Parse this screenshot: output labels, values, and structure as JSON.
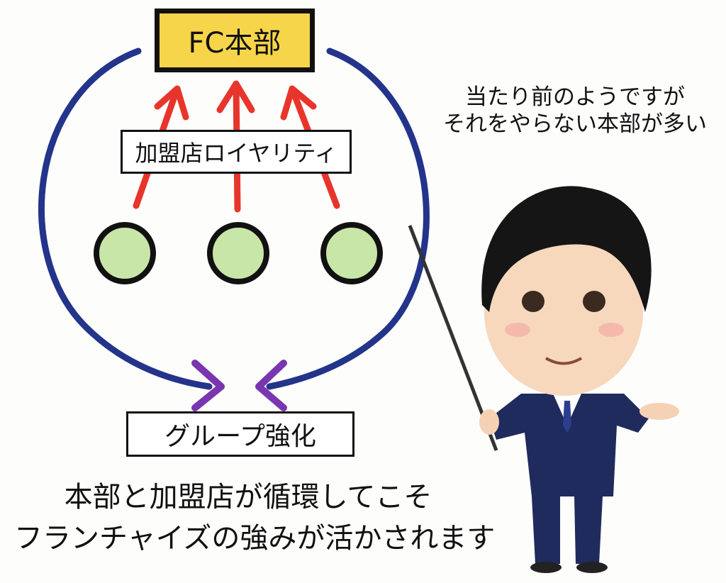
{
  "diagram": {
    "headquarters": "FC本部",
    "royalty": "加盟店ロイヤリティ",
    "group": "グループ強化",
    "note": [
      "当たり前のようですが",
      "それをやらない本部が多い"
    ],
    "caption": [
      "本部と加盟店が循環してこそ",
      "フランチャイズの強みが活かされます"
    ],
    "colors": {
      "hq_fill": "#f7d54a",
      "loop": "#23348a",
      "arrow_up": "#e8352b",
      "arrow_down": "#7a35b0",
      "store_fill": "#c8e6a8"
    },
    "store_count": 3
  }
}
